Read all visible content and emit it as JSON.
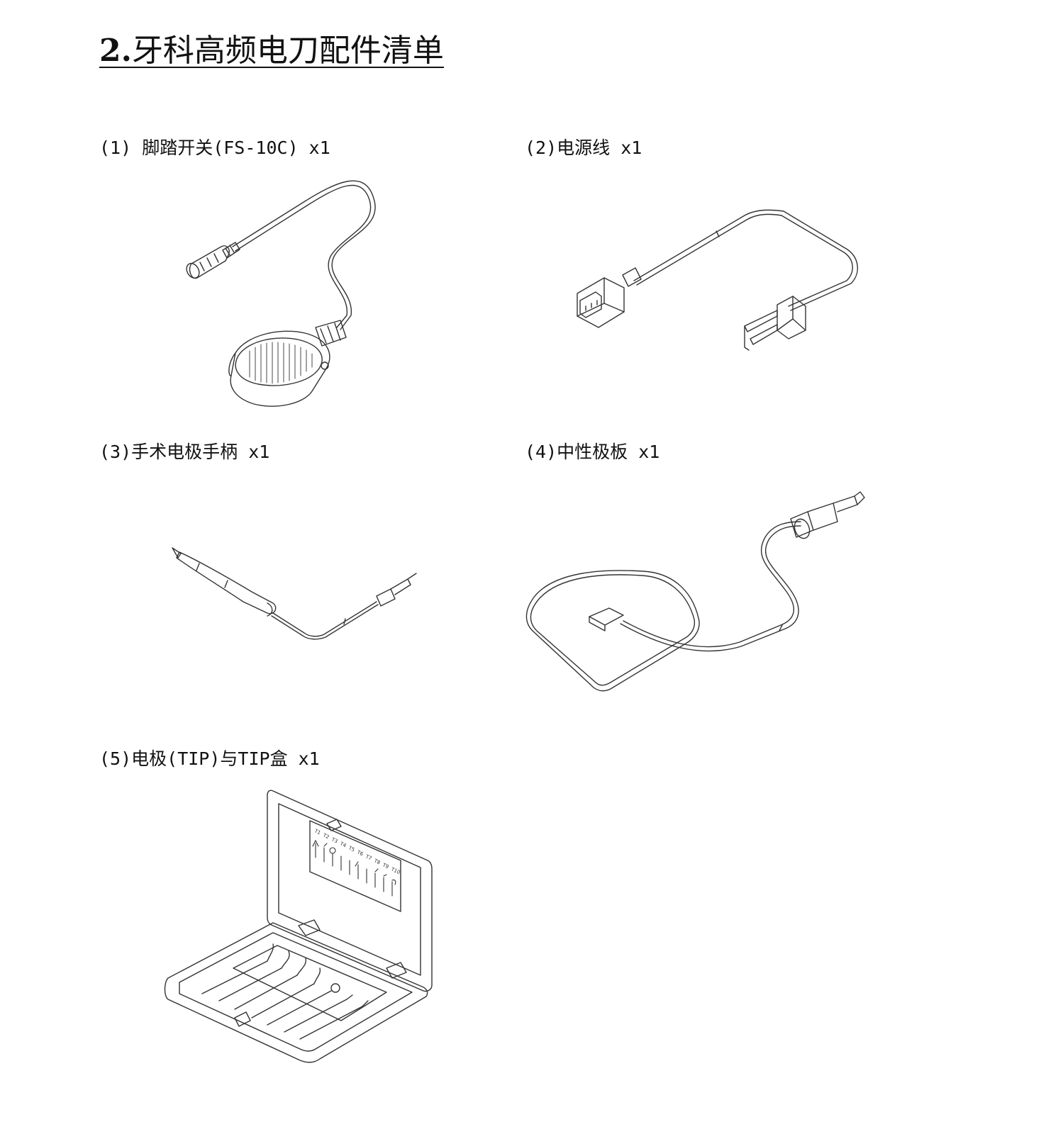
{
  "document": {
    "title_number": "2.",
    "title_text": "牙科高频电刀配件清单"
  },
  "items": [
    {
      "label": "(1) 脚踏开关(FS-10C) x1",
      "illustration": "foot-switch-drawing"
    },
    {
      "label": "(2)电源线 x1",
      "illustration": "power-cord-drawing"
    },
    {
      "label": "(3)手术电极手柄 x1",
      "illustration": "electrode-handpiece-drawing"
    },
    {
      "label": "(4)中性极板 x1",
      "illustration": "neutral-plate-drawing"
    },
    {
      "label": "(5)电极(TIP)与TIP盒 x1",
      "illustration": "tip-box-drawing"
    }
  ],
  "tip_box": {
    "tip_labels": [
      "T1",
      "T2",
      "T3",
      "T4",
      "T5",
      "T6",
      "T7",
      "T8",
      "T9",
      "T10"
    ]
  }
}
